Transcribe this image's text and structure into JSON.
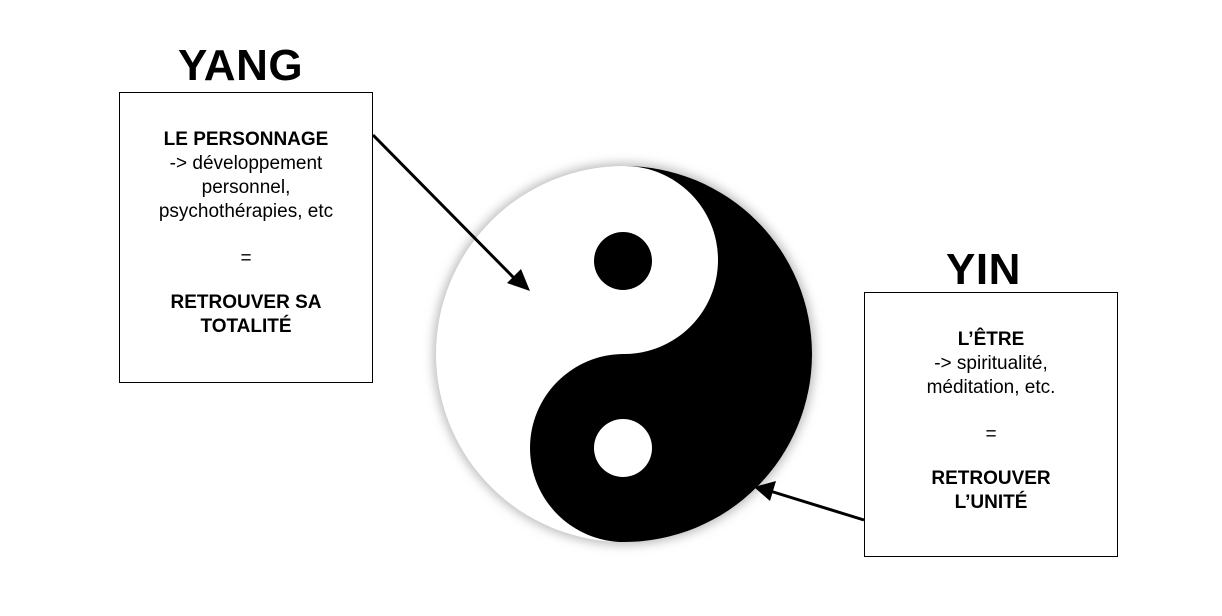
{
  "yang": {
    "heading": "YANG",
    "title": "LE PERSONNAGE",
    "line1": "-> développement",
    "line2": "personnel,",
    "line3": "psychothérapies, etc",
    "equals": "=",
    "result1": "RETROUVER SA",
    "result2": "TOTALITÉ"
  },
  "yin": {
    "heading": "YIN",
    "title": "L’ÊTRE",
    "line1": "-> spiritualité,",
    "line2": "méditation, etc.",
    "equals": "=",
    "result1": "RETROUVER",
    "result2": "L’UNITÉ"
  },
  "colors": {
    "ink": "#000000",
    "paper": "#ffffff"
  }
}
